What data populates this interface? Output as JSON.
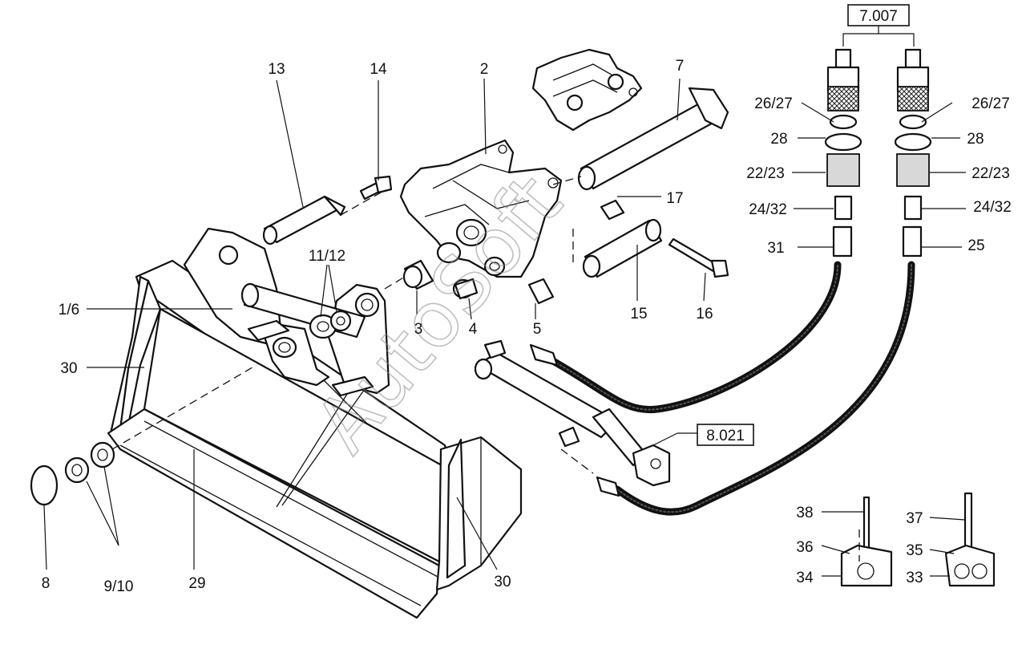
{
  "watermark": "AutoSoft",
  "references": [
    "7.007",
    "8.021"
  ],
  "labels": [
    "13",
    "14",
    "2",
    "7",
    "26/27",
    "26/27",
    "28",
    "28",
    "22/23",
    "22/23",
    "24/32",
    "24/32",
    "17",
    "31",
    "25",
    "11/12",
    "1/6",
    "15",
    "16",
    "3",
    "4",
    "5",
    "30",
    "30",
    "8",
    "9/10",
    "29",
    "38",
    "37",
    "36",
    "35",
    "34",
    "33"
  ]
}
